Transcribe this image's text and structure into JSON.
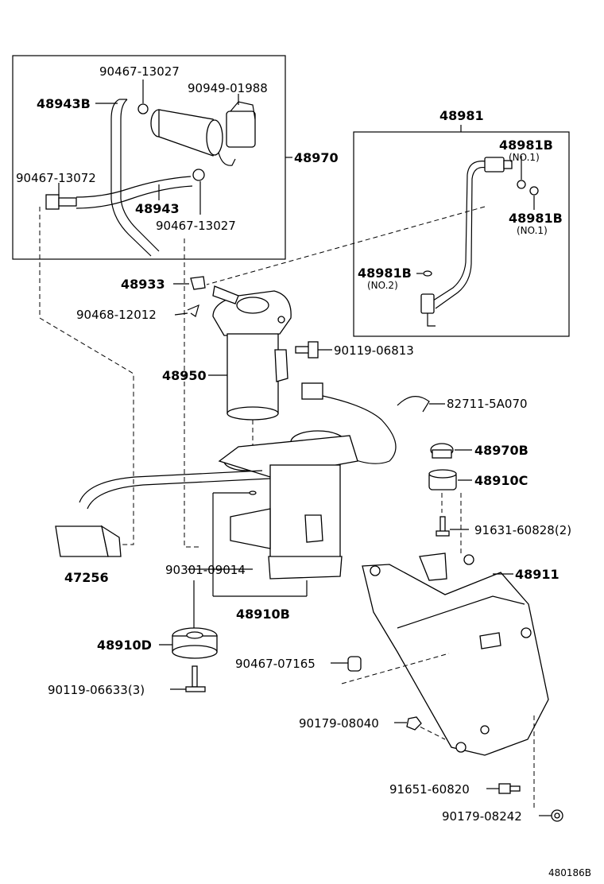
{
  "labels": {
    "p90467_13027_top": "90467-13027",
    "p90949_01988": "90949-01988",
    "p48943B": "48943B",
    "p48970": "48970",
    "p90467_13072": "90467-13072",
    "p48943": "48943",
    "p90467_13027_bot": "90467-13027",
    "p48981": "48981",
    "p48981B_1": "48981B",
    "no1_a": "(NO.1)",
    "p48981B_2": "48981B",
    "no1_b": "(NO.1)",
    "p48981B_3": "48981B",
    "no2": "(NO.2)",
    "p48933": "48933",
    "p90468_12012": "90468-12012",
    "p90119_06813": "90119-06813",
    "p48950": "48950",
    "p82711_5A070": "82711-5A070",
    "p48970B": "48970B",
    "p48910C": "48910C",
    "p91631_60828": "91631-60828(2)",
    "p47256": "47256",
    "p48911": "48911",
    "p90301_09014": "90301-09014",
    "p48910B": "48910B",
    "p48910D": "48910D",
    "p90467_07165": "90467-07165",
    "p90119_06633": "90119-06633(3)",
    "p90179_08040": "90179-08040",
    "p91651_60820": "91651-60820",
    "p90179_08242": "90179-08242",
    "diagram_id": "480186B"
  }
}
